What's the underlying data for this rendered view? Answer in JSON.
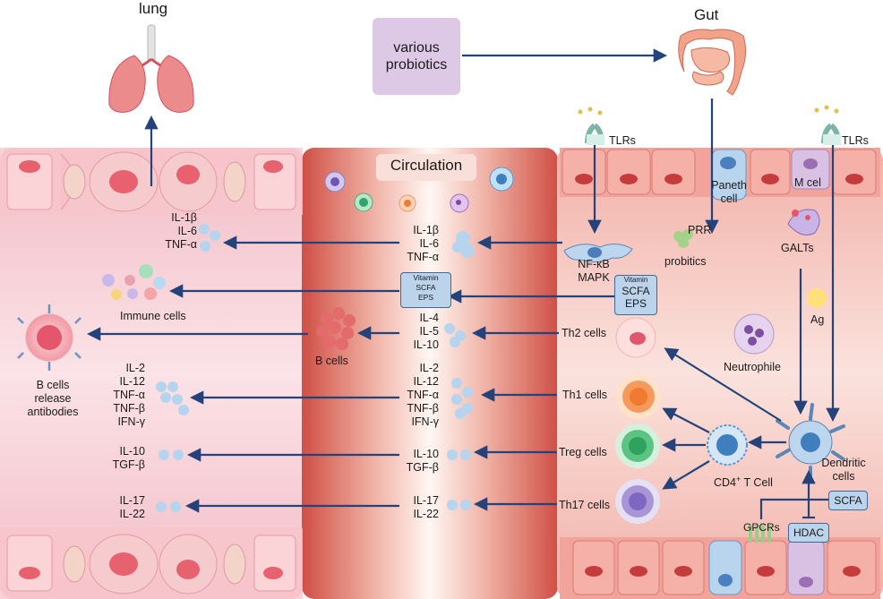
{
  "colors": {
    "arrow": "#23437a",
    "lung_panel": "#f4c9d0",
    "gut_panel": "#f3bdb6",
    "circulation": "#d86a5f",
    "probiotics_box": "#ddc8e6",
    "cytokine_dot": "#b6d4ee",
    "info_box": "#bcd3ec"
  },
  "labels": {
    "lung": "lung",
    "gut": "Gut",
    "probiotics": "various probiotics",
    "circulation": "Circulation",
    "tlrs": "TLRs",
    "paneth": "Paneth cell",
    "m_cell": "M cel",
    "prr": "PRR",
    "probitics": "probitics",
    "galts": "GALTs",
    "ag": "Ag",
    "nfkb": "NF-κB",
    "mapk": "MAPK",
    "neutrophile": "Neutrophile",
    "th2": "Th2 cells",
    "th1": "Th1 cells",
    "treg": "Treg cells",
    "th17": "Th17 cells",
    "cd4": "CD4",
    "cd4_sup": "+",
    "cd4_rest": " T Cell",
    "dendritic": "Dendritic cells",
    "scfa": "SCFA",
    "gpcrs": "GPCRs",
    "hdac": "HDAC",
    "immune_cells": "Immune cells",
    "b_cells": "B cells",
    "b_cells_release": "B cells release antibodies"
  },
  "gut_metabolites": [
    "Vitamin",
    "SCFA",
    "EPS"
  ],
  "circ_metabolites": [
    "Vitamin",
    "SCFA",
    "EPS"
  ],
  "cytokines": {
    "row1_circ": [
      "IL-1β",
      "IL-6",
      "TNF-α"
    ],
    "row1_lung": [
      "IL-1β",
      "IL-6",
      "TNF-α"
    ],
    "row3_circ": [
      "IL-4",
      "IL-5",
      "IL-10"
    ],
    "row4_circ": [
      "IL-2",
      "IL-12",
      "TNF-α",
      "TNF-β",
      "IFN-γ"
    ],
    "row4_lung": [
      "IL-2",
      "IL-12",
      "TNF-α",
      "TNF-β",
      "IFN-γ"
    ],
    "row5_circ": [
      "IL-10",
      "TGF-β"
    ],
    "row5_lung": [
      "IL-10",
      "TGF-β"
    ],
    "row6_circ": [
      "IL-17",
      "IL-22"
    ],
    "row6_lung": [
      "IL-17",
      "IL-22"
    ]
  }
}
